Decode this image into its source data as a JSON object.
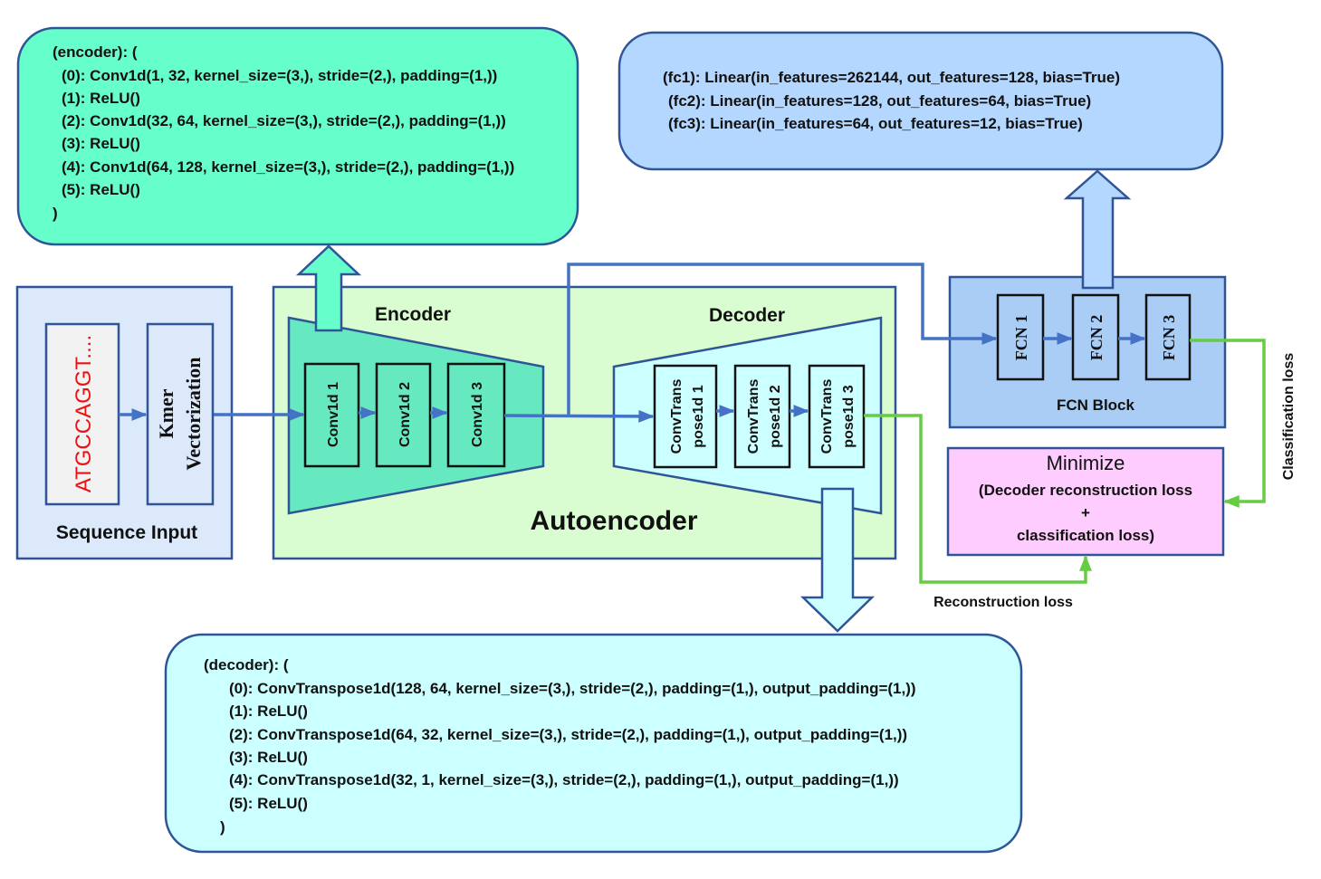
{
  "encoder_code": {
    "lines": [
      "(encoder): (",
      "(0): Conv1d(1, 32, kernel_size=(3,), stride=(2,), padding=(1,))",
      "(1): ReLU()",
      "(2): Conv1d(32, 64, kernel_size=(3,), stride=(2,), padding=(1,))",
      "(3): ReLU()",
      "(4): Conv1d(64, 128, kernel_size=(3,), stride=(2,), padding=(1,))",
      "(5): ReLU()",
      ")"
    ]
  },
  "fc_code": {
    "lines": [
      "(fc1): Linear(in_features=262144, out_features=128, bias=True)",
      "(fc2): Linear(in_features=128, out_features=64, bias=True)",
      "(fc3): Linear(in_features=64, out_features=12, bias=True)"
    ]
  },
  "decoder_code": {
    "lines": [
      "(decoder): (",
      "(0): ConvTranspose1d(128, 64, kernel_size=(3,), stride=(2,), padding=(1,), output_padding=(1,))",
      "(1): ReLU()",
      "(2): ConvTranspose1d(64, 32, kernel_size=(3,), stride=(2,), padding=(1,), output_padding=(1,))",
      "(3): ReLU()",
      "(4): ConvTranspose1d(32, 1, kernel_size=(3,), stride=(2,), padding=(1,), output_padding=(1,))",
      "(5): ReLU()",
      ")"
    ]
  },
  "sequence_input": {
    "sequence": "ATGCCAGGT....",
    "kmer_line1": "Kmer",
    "kmer_line2": "Vectorization",
    "caption": "Sequence Input"
  },
  "autoencoder": {
    "title": "Autoencoder",
    "encoder_label": "Encoder",
    "decoder_label": "Decoder",
    "conv_layers": [
      "Conv1d 1",
      "Conv1d 2",
      "Conv1d 3"
    ],
    "deconv_layers": [
      [
        "ConvTrans",
        "pose1d 1"
      ],
      [
        "ConvTrans",
        "pose1d 2"
      ],
      [
        "ConvTrans",
        "pose1d 3"
      ]
    ]
  },
  "fcn_block": {
    "caption": "FCN Block",
    "layers": [
      "FCN 1",
      "FCN 2",
      "FCN 3"
    ]
  },
  "minimize": {
    "title": "Minimize",
    "line1": "(Decoder reconstruction loss",
    "line2": "+",
    "line3": "classification loss)"
  },
  "losses": {
    "classification": "Classification loss",
    "reconstruction": "Reconstruction loss"
  },
  "colors": {
    "encoder_green": "#66ffcc",
    "fc_blue": "#b3d7ff",
    "decoder_cyan": "#ccffff",
    "input_panel": "#dbe9fb",
    "autoencoder_panel": "#d9fcd0",
    "minimize_pink": "#ffccff",
    "flow_blue": "#4472c4",
    "loss_green": "#66cc44",
    "sequence_red": "#ee1111"
  }
}
